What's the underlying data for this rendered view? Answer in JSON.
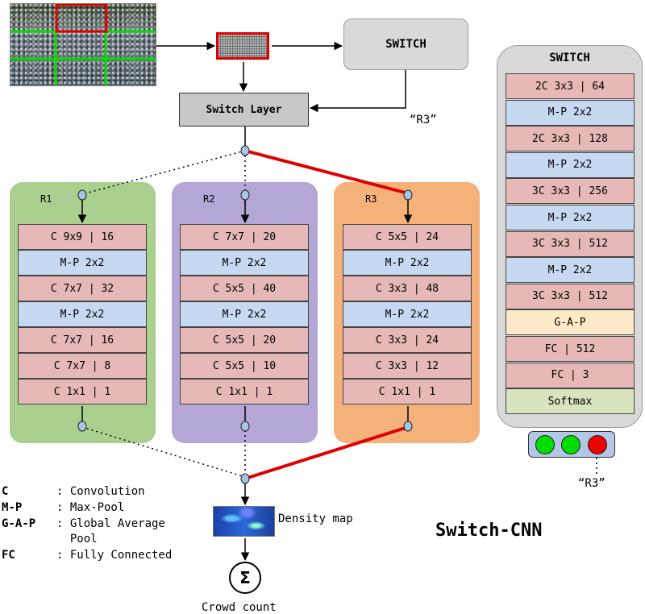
{
  "colors": {
    "conv": "#e6b9b8",
    "maxpool": "#c6d9f1",
    "gap": "#fdeac8",
    "softmax": "#d7e4bd",
    "r1_panel": "#a9d08e",
    "r2_panel": "#b4a7d6",
    "r3_panel": "#f4b27a",
    "switch_grey": "#d9d9d9",
    "selected_path": "#e00000",
    "light_green": "#00dd00",
    "light_red": "#ee0000"
  },
  "switch_top": {
    "label": "SWITCH"
  },
  "switch_layer": {
    "label": "Switch Layer"
  },
  "r3_feedback_label": "“R3”",
  "columns": [
    {
      "label": "R1",
      "panel_color_key": "r1_panel",
      "layers": [
        {
          "text": "C 9x9 | 16",
          "kind": "conv"
        },
        {
          "text": "M-P 2x2",
          "kind": "maxpool"
        },
        {
          "text": "C 7x7 | 32",
          "kind": "conv"
        },
        {
          "text": "M-P 2x2",
          "kind": "maxpool"
        },
        {
          "text": "C 7x7 | 16",
          "kind": "conv"
        },
        {
          "text": "C 7x7 | 8",
          "kind": "conv"
        },
        {
          "text": "C 1x1 | 1",
          "kind": "conv"
        }
      ]
    },
    {
      "label": "R2",
      "panel_color_key": "r2_panel",
      "layers": [
        {
          "text": "C 7x7 | 20",
          "kind": "conv"
        },
        {
          "text": "M-P 2x2",
          "kind": "maxpool"
        },
        {
          "text": "C 5x5 | 40",
          "kind": "conv"
        },
        {
          "text": "M-P 2x2",
          "kind": "maxpool"
        },
        {
          "text": "C 5x5 | 20",
          "kind": "conv"
        },
        {
          "text": "C 5x5 | 10",
          "kind": "conv"
        },
        {
          "text": "C 1x1 | 1",
          "kind": "conv"
        }
      ]
    },
    {
      "label": "R3",
      "panel_color_key": "r3_panel",
      "layers": [
        {
          "text": "C 5x5 | 24",
          "kind": "conv"
        },
        {
          "text": "M-P 2x2",
          "kind": "maxpool"
        },
        {
          "text": "C 3x3 | 48",
          "kind": "conv"
        },
        {
          "text": "M-P 2x2",
          "kind": "maxpool"
        },
        {
          "text": "C 3x3 | 24",
          "kind": "conv"
        },
        {
          "text": "C 3x3 | 12",
          "kind": "conv"
        },
        {
          "text": "C 1x1 | 1",
          "kind": "conv"
        }
      ]
    }
  ],
  "switch_net": {
    "title": "SWITCH",
    "layers": [
      {
        "text": "2C 3x3 | 64",
        "kind": "conv"
      },
      {
        "text": "M-P 2x2",
        "kind": "maxpool"
      },
      {
        "text": "2C 3x3 | 128",
        "kind": "conv"
      },
      {
        "text": "M-P 2x2",
        "kind": "maxpool"
      },
      {
        "text": "3C 3x3 | 256",
        "kind": "conv"
      },
      {
        "text": "M-P 2x2",
        "kind": "maxpool"
      },
      {
        "text": "3C 3x3 | 512",
        "kind": "conv"
      },
      {
        "text": "M-P 2x2",
        "kind": "maxpool"
      },
      {
        "text": "3C 3x3 | 512",
        "kind": "conv"
      },
      {
        "text": "G-A-P",
        "kind": "gap"
      },
      {
        "text": "FC | 512",
        "kind": "conv"
      },
      {
        "text": "FC | 3",
        "kind": "conv"
      },
      {
        "text": "Softmax",
        "kind": "softmax"
      }
    ],
    "lights": [
      "light_green",
      "light_green",
      "light_red"
    ],
    "output_label": "“R3”"
  },
  "legend": [
    {
      "key": "C",
      "value": ": Convolution"
    },
    {
      "key": "M-P",
      "value": ": Max-Pool"
    },
    {
      "key": "G-A-P",
      "value": ": Global Average"
    },
    {
      "key": "",
      "value": "  Pool"
    },
    {
      "key": "FC",
      "value": ": Fully Connected"
    }
  ],
  "density_label": "Density map",
  "sum_symbol": "Σ",
  "count_label": "Crowd count",
  "brand": "Switch-CNN"
}
